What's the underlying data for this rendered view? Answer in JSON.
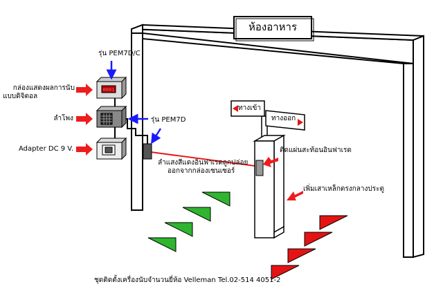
{
  "title_sign": "ห้องอาหาร",
  "labels": {
    "model_c": "รุ่น PEM7D/C",
    "model": "รุ่น PEM7D",
    "display_box": [
      "กล่องแสดงผลการนับ",
      "แบบดิจิตอล"
    ],
    "speaker": "ลำโพง",
    "adapter": "Adapter DC 9 V.",
    "sign_in": "ทางเข้า",
    "sign_out": "ทางออก",
    "reflector": "ติดแผ่นสะท้อนอินฟาเรด",
    "beam": [
      "ลำแสงสีแดงอินฟาเรดถูกปล่อย",
      "ออกจากกล่องเซนเซอร์"
    ],
    "pole": "เพิ่มเสาเหล็กตรงกลางประตู",
    "display_digits": "0001"
  },
  "caption": "ชุดติดตั้งเครื่องนับจำนวนยี่ห้อ Velleman Tel.02-514 4051-2",
  "colors": {
    "arrow_red": "#ee1c1c",
    "arrow_blue": "#1a1aff",
    "triangle_green": "#2fb52f",
    "triangle_red": "#e41414",
    "beam": "#e8181a"
  }
}
